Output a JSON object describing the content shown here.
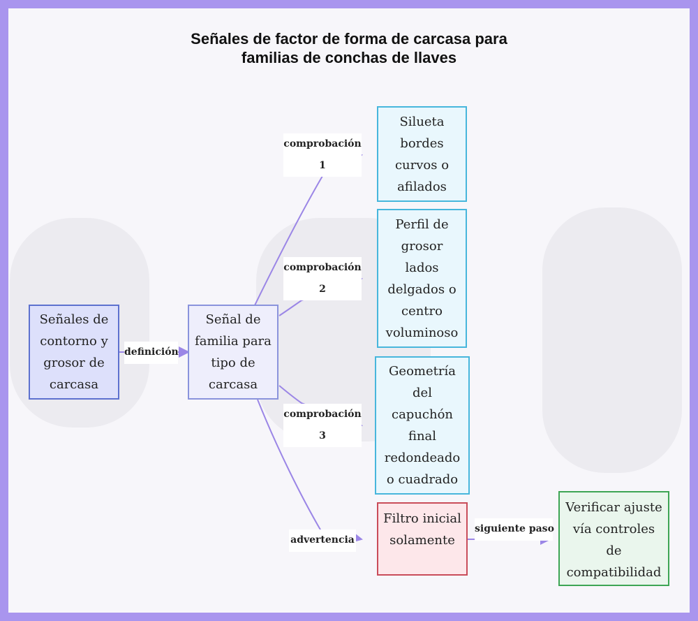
{
  "title": "Señales de factor de forma de carcasa para familias de conchas de llaves",
  "nodes": {
    "shell_signals": "Señales de contorno y grosor de carcasa",
    "family_signal": "Señal de familia para tipo de carcasa",
    "silhouette": "Silueta bordes curvos o afilados",
    "thickness": "Perfil de grosor lados delgados o centro voluminoso",
    "endcap": "Geometría del capuchón final redondeado o cuadrado",
    "filter": "Filtro inicial solamente",
    "verify": "Verificar ajuste vía controles de compatibilidad"
  },
  "edges": {
    "definition": "definición",
    "check1": "comprobación 1",
    "check2": "comprobación 2",
    "check3": "comprobación 3",
    "warning": "advertencia",
    "next_step": "siguiente paso"
  },
  "colors": {
    "edge": "#9b86e6",
    "frame": "#a995ee"
  }
}
